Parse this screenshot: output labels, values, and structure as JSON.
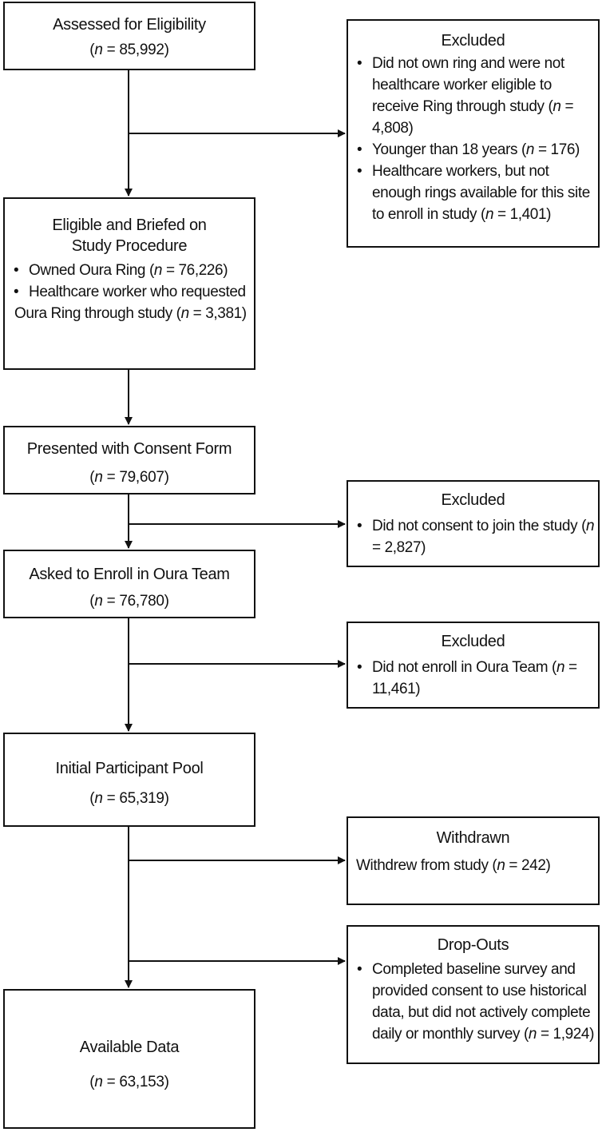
{
  "boxes": {
    "assessed": {
      "title": "Assessed for Eligibility",
      "n_prefix": "(",
      "n_symbol": "n",
      "n_value": " = 85,992)"
    },
    "eligible": {
      "title": "Eligible and Briefed on Study Procedure",
      "items": [
        {
          "text": "Owned Oura Ring (",
          "n_symbol": "n",
          "n_value": " = 76,226)"
        },
        {
          "text": "Healthcare worker who requested Oura Ring  through study (",
          "n_symbol": "n",
          "n_value": " = 3,381)"
        }
      ]
    },
    "consent": {
      "title": "Presented with Consent Form",
      "n_prefix": "(",
      "n_symbol": "n",
      "n_value": " = 79,607)"
    },
    "enroll": {
      "title": "Asked to Enroll in Oura Team",
      "n_prefix": "(",
      "n_symbol": "n",
      "n_value": " = 76,780)"
    },
    "pool": {
      "title": "Initial Participant Pool",
      "n_prefix": "(",
      "n_symbol": "n",
      "n_value": " = 65,319)"
    },
    "available": {
      "title": "Available Data",
      "n_prefix": "(",
      "n_symbol": "n",
      "n_value": " = 63,153)"
    },
    "excluded1": {
      "title": "Excluded",
      "items": [
        {
          "text": "Did not own ring and were not healthcare worker eligible to receive Ring through study (",
          "n_symbol": "n",
          "n_value": " = 4,808)"
        },
        {
          "text": "Younger than 18 years (",
          "n_symbol": "n",
          "n_value": " = 176)"
        },
        {
          "text": "Healthcare workers, but not enough rings available for this site to enroll in study (",
          "n_symbol": "n",
          "n_value": " = 1,401)"
        }
      ]
    },
    "excluded2": {
      "title": "Excluded",
      "items": [
        {
          "text": "Did not consent to join the study (",
          "n_symbol": "n",
          "n_value": " = 2,827)"
        }
      ]
    },
    "excluded3": {
      "title": "Excluded",
      "items": [
        {
          "text": "Did not enroll in Oura Team (",
          "n_symbol": "n",
          "n_value": " = 11,461)"
        }
      ]
    },
    "withdrawn": {
      "title": "Withdrawn",
      "text": "Withdrew from study (",
      "n_symbol": "n",
      "n_value": " = 242)"
    },
    "dropouts": {
      "title": "Drop-Outs",
      "items": [
        {
          "text": "Completed baseline survey and provided consent to use historical data, but did not actively complete daily or monthly survey (",
          "n_symbol": "n",
          "n_value": " = 1,924)"
        }
      ]
    }
  },
  "bullet_symbol": "•"
}
